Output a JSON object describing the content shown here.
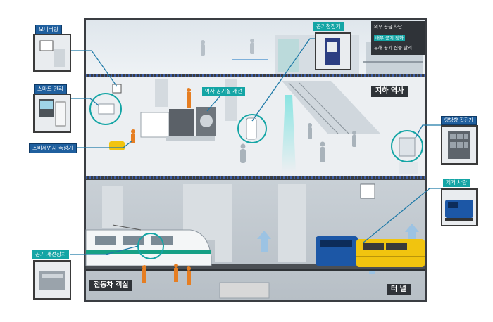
{
  "labels": {
    "monitoring": "모니터링",
    "smart_control": "스마트 관리",
    "dust_collector": "소비세먼지 측정기",
    "air_purifier_top": "공기청정기",
    "station_air_improve": "역사 공기질 개선",
    "underground_station": "지하 역사",
    "ventilation_collector": "양방향 집진기",
    "dust_vehicle": "제거 차량",
    "air_circulation": "공기 개선장치",
    "ev_room": "전동차 객실",
    "tunnel": "터 널"
  },
  "legend": {
    "item1": "외부 공급 차단",
    "item2": "내부 공기 정화",
    "item3": "유해 공기 집중 관리"
  },
  "colors": {
    "teal": "#14a5a5",
    "blue": "#1f5f9e",
    "frame": "#3a3d42",
    "bg_light": "#e6ebef",
    "yellow": "#f1c40f",
    "train_blue": "#1c57a6",
    "worker_orange": "#e67e22"
  },
  "icons": [
    "monitor-icon",
    "computer-icon",
    "air-purifier-icon",
    "fan-icon",
    "train-icon",
    "worker-icon"
  ]
}
